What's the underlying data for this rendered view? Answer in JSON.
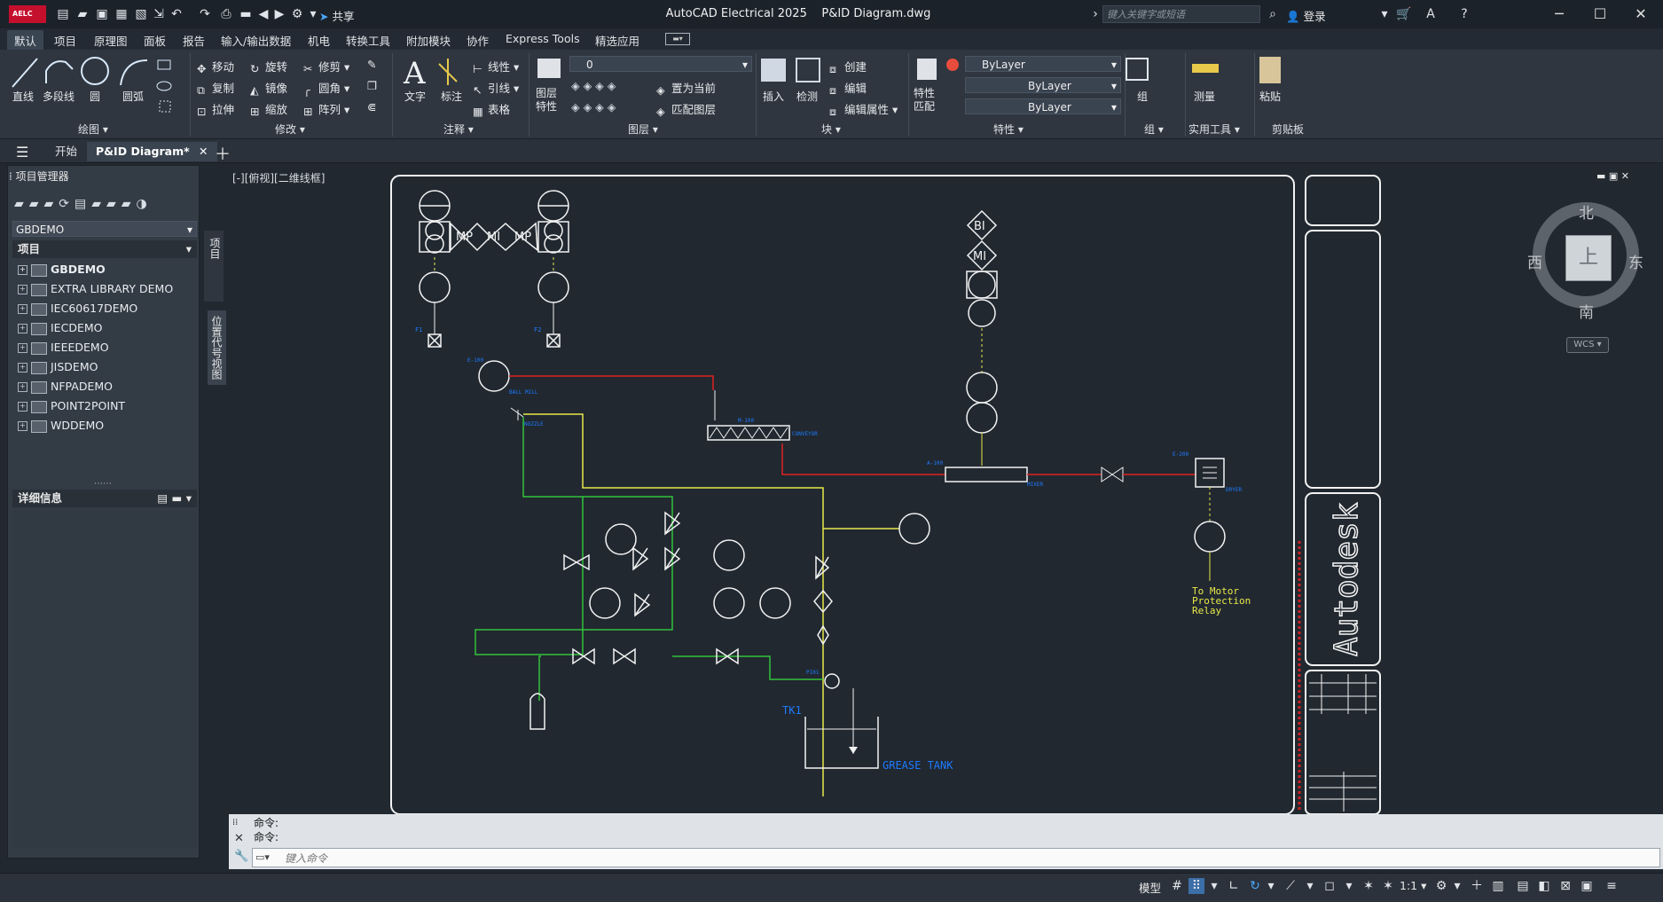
{
  "titlebar": {
    "app": "AutoCAD Electrical 2025",
    "file": "P&ID Diagram.dwg",
    "share": "共享",
    "search_placeholder": "键入关键字或短语",
    "login": "登录",
    "logo": "A",
    "logo_sub": "ELC"
  },
  "ribbon_tabs": [
    "默认",
    "项目",
    "原理图",
    "面板",
    "报告",
    "输入/输出数据",
    "机电",
    "转换工具",
    "附加模块",
    "协作",
    "Express Tools",
    "精选应用"
  ],
  "ribbon": {
    "draw": {
      "line": "直线",
      "polyline": "多段线",
      "circle": "圆",
      "arc": "圆弧",
      "title": "绘图"
    },
    "modify": {
      "move": "移动",
      "rotate": "旋转",
      "trim": "修剪",
      "copy": "复制",
      "mirror": "镜像",
      "fillet": "圆角",
      "stretch": "拉伸",
      "scale": "缩放",
      "array": "阵列",
      "title": "修改"
    },
    "annotation": {
      "text": "文字",
      "dimension": "标注",
      "linear": "线性",
      "leader": "引线",
      "table": "表格",
      "title": "注释"
    },
    "layers": {
      "layer_props": "图层\n特性",
      "current_layer": "0",
      "make_current": "置为当前",
      "match_layer": "匹配图层",
      "title": "图层"
    },
    "block": {
      "insert": "插入",
      "edit_attr": "检测",
      "create": "创建",
      "edit": "编辑",
      "edit_attributes": "编辑属性",
      "title": "块"
    },
    "properties": {
      "match": "特性\n匹配",
      "color": "ByLayer",
      "linetype": "ByLayer",
      "lineweight": "ByLayer",
      "title": "特性"
    },
    "groups": {
      "group": "组",
      "title": "组"
    },
    "utilities": {
      "measure": "测量",
      "title": "实用工具"
    },
    "clipboard": {
      "paste": "粘贴",
      "title": "剪贴板"
    }
  },
  "file_tabs": {
    "start": "开始",
    "active": "P&ID Diagram*"
  },
  "project_manager": {
    "header": "项目管理器",
    "project_select": "GBDEMO",
    "projects_label": "项目",
    "projects": [
      "GBDEMO",
      "EXTRA LIBRARY DEMO",
      "IEC60617DEMO",
      "IECDEMO",
      "IEEEDEMO",
      "JISDEMO",
      "NFPADEMO",
      "POINT2POINT",
      "WDDEMO"
    ],
    "details": "详细信息",
    "side_tabs": [
      "项目",
      "位置代号视图"
    ]
  },
  "viewport": {
    "label": "[-][俯视][二维线框]"
  },
  "viewcube": {
    "top": "上",
    "north": "北",
    "south": "南",
    "east": "东",
    "west": "西",
    "wcs": "WCS"
  },
  "drawing": {
    "tk1": "TK1",
    "grease_tank": "GREASE TANK",
    "relay_note_1": "To Motor",
    "relay_note_2": "Protection",
    "relay_note_3": "Relay",
    "brand": "Autodesk",
    "mp": "MP",
    "mi": "MI",
    "bi": "BI",
    "e100": "E-100",
    "ball_mill": "BALL MILL",
    "nozzle": "NOZZLE",
    "m100": "M-100",
    "conveyor": "CONVEYOR",
    "a100": "A-100",
    "mixer": "MIXER",
    "e200": "E-200",
    "dryer": "DRYER",
    "f1": "F1",
    "f2": "F2",
    "pi_small": "PI01"
  },
  "command": {
    "history_1": "命令:",
    "history_2": "命令:",
    "placeholder": "键入命令"
  },
  "statusbar": {
    "model": "模型",
    "scale": "1:1"
  }
}
